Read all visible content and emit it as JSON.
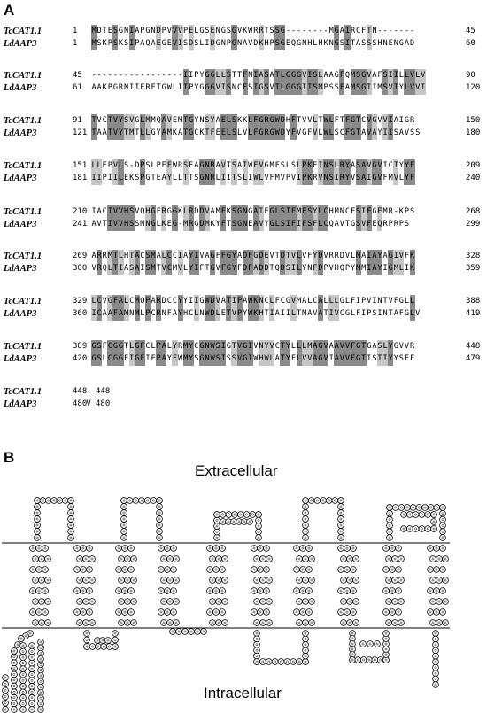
{
  "panel_a": {
    "label": "A",
    "blocks": [
      {
        "rows": [
          {
            "name": "TcCAT1.1",
            "start": "1",
            "seq": "MDTESGNIAPGNDPVVVPELGSENGSGVKWRRTSSG--------MGAIRCFTN-------",
            "end": "45"
          },
          {
            "name": "LdAAP3",
            "start": "1",
            "seq": "MSKPSKSIPAQAEGEVISDSLIDGNPGNAVDKHPSGEQGNHLHKNGSITASSSHNENGAD",
            "end": "60"
          }
        ]
      },
      {
        "rows": [
          {
            "name": "TcCAT1.1",
            "start": "45",
            "seq": "-----------------IIPYGGLLSTTFNIASATLGGGVISLAAGFQMSGVAFSIILLVLV",
            "end": "90"
          },
          {
            "name": "LdAAP3",
            "start": "61",
            "seq": "AAKPGRNIIFRFTGWLIIPYGGGVISNCFSIGSVTLGGGIISMPSSFAMSGIIMSVIYLVVI",
            "end": "120"
          }
        ]
      },
      {
        "rows": [
          {
            "name": "TcCAT1.1",
            "start": "91",
            "seq": "TVCTVYSVGLMMQAVEMTGYNSYAELSKKLFGRGWDHFTVVLTWLFTFGTCVGVVIAIGR",
            "end": "150"
          },
          {
            "name": "LdAAP3",
            "start": "121",
            "seq": "TAATVYTMTLLGYAMKATGCKTFEELSLVLFGRGWDYFVGFVLWLSCFGTAVAYIISAVSS",
            "end": "180"
          }
        ]
      },
      {
        "rows": [
          {
            "name": "TcCAT1.1",
            "start": "151",
            "seq": "LLEPVLS-DPSLPEFWRSEAGNRAVTSAIWFVGMFSLSLPKEINSLRYASAVGVICIYYF",
            "end": "209"
          },
          {
            "name": "LdAAP3",
            "start": "181",
            "seq": "IIPIILEKSPGTEAYLLTTSGNRLIITSLIWLVFMVPVIPKRVNSIRYVSAIGVFMVLYF",
            "end": "240"
          }
        ]
      },
      {
        "rows": [
          {
            "name": "TcCAT1.1",
            "start": "210",
            "seq": "IACIVVHSVQHGFRGGKLRDDVAMFKSGNGAIEGLSIFMFSYLCHMNCFSIFGEMR-KPS",
            "end": "268"
          },
          {
            "name": "LdAAP3",
            "start": "241",
            "seq": "AVTIVVHSSMNGLKEG-MRGDMKYFTSGNEAVYGLSIFIFSFLCQAVTGSVFEQRPRPS",
            "end": "299"
          }
        ]
      },
      {
        "rows": [
          {
            "name": "TcCAT1.1",
            "start": "269",
            "seq": "ARRMTLHTACSMALCCIAYIVAGFFGYADFGDEVTDTVLVFYDVRRDVLMAIAYAGIVFK",
            "end": "328"
          },
          {
            "name": "LdAAP3",
            "start": "300",
            "seq": "VRQLTIASAISMTVCMVLYIFTGVFGYFDFADDTQDSILYNFDPVHQPYMMIAYIGMLIK",
            "end": "359"
          }
        ]
      },
      {
        "rows": [
          {
            "name": "TcCAT1.1",
            "start": "329",
            "seq": "LCVGFALCMQPARDCCYYIIGWDVATIPAWKNCLFCGVMALCALLLGLFIPVINTVFGLL",
            "end": "388"
          },
          {
            "name": "LdAAP3",
            "start": "360",
            "seq": "ICAAFAMNMLPCRNFAYHCLNWDLETVPYWKHTIAIILTMAVATIVCGLFIPSINTAFGLV",
            "end": "419"
          }
        ]
      },
      {
        "rows": [
          {
            "name": "TcCAT1.1",
            "start": "389",
            "seq": "GSFCGGTLGFCLPALYRMYCGNWSIGTVGIVNYVCTYLLLMAGVAAVVFGTGASLYGVVR",
            "end": "448"
          },
          {
            "name": "LdAAP3",
            "start": "420",
            "seq": "GSLCGGFIGFIFPAYFWMYSGNWSISSVGIWHWLATYFLVVAGVIAVVFGTISTIYYSFF",
            "end": "479"
          }
        ]
      },
      {
        "rows": [
          {
            "name": "TcCAT1.1",
            "start": "448",
            "seq": "-",
            "end": "448"
          },
          {
            "name": "LdAAP3",
            "start": "480",
            "seq": "V",
            "end": "480"
          }
        ]
      }
    ]
  },
  "panel_b": {
    "label": "B",
    "extracellular_label": "Extracellular",
    "intracellular_label": "Intracellular"
  },
  "colors": {
    "identical_shade": "#8a8a8a",
    "similar_shade": "#c6c6c6",
    "text": "#000000"
  }
}
